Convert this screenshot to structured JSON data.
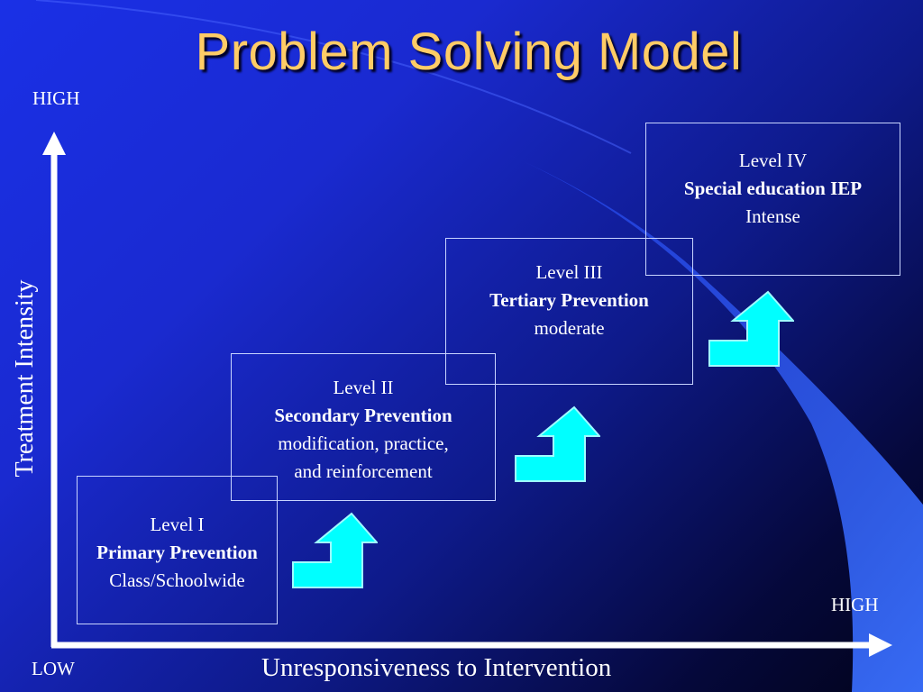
{
  "title": "Problem Solving Model",
  "axis": {
    "y_high": "HIGH",
    "x_high": "HIGH",
    "low": "LOW",
    "y_label": "Treatment Intensity",
    "x_label": "Unresponsiveness to Intervention"
  },
  "levels": [
    {
      "level": "Level I",
      "name": "Primary Prevention",
      "desc": [
        "Class/Schoolwide"
      ]
    },
    {
      "level": "Level II",
      "name": "Secondary Prevention",
      "desc": [
        "modification, practice,",
        "and reinforcement"
      ]
    },
    {
      "level": "Level III",
      "name": "Tertiary Prevention",
      "desc": [
        "moderate"
      ]
    },
    {
      "level": "Level IV",
      "name": "Special education IEP",
      "desc": [
        "Intense"
      ]
    }
  ],
  "step_arrows": [
    "up-arrow-icon",
    "up-arrow-icon",
    "up-arrow-icon"
  ],
  "colors": {
    "title": "#ffcc66",
    "background": "#1a2ad0",
    "step_arrow": "#00ffff",
    "axis": "#ffffff"
  }
}
